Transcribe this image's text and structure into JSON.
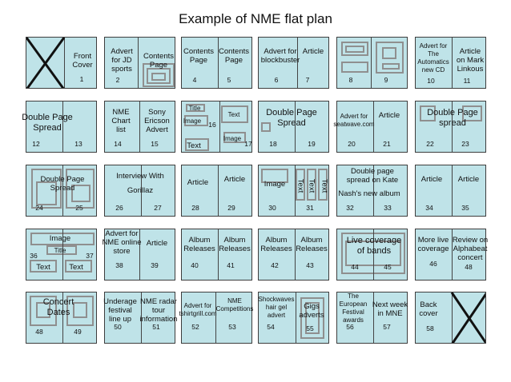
{
  "title": "Example of NME flat plan",
  "spreads": [
    {
      "labels": [
        "Front\nCover"
      ],
      "pages": [
        "1"
      ]
    },
    {
      "labels": [
        "Advert\nfor JD\nsports",
        "Contents\nPage"
      ],
      "pages": [
        "2"
      ]
    },
    {
      "labels": [
        "Contents\nPage",
        "Contents\nPage"
      ],
      "pages": [
        "4",
        "5"
      ]
    },
    {
      "labels": [
        "Advert for\nblockbuster",
        "Article"
      ],
      "pages": [
        "6",
        "7"
      ]
    },
    {
      "labels": [],
      "pages": [
        "8",
        "9"
      ]
    },
    {
      "labels": [
        "Advert for\nThe\nAutomatics\nnew CD",
        "Article\non Mark\nLinkous"
      ],
      "pages": [
        "10",
        "11"
      ]
    },
    {
      "labels": [
        "Double Page\nSpread"
      ],
      "pages": [
        "12",
        "13"
      ]
    },
    {
      "labels": [
        "NME\nChart\nlist",
        "Sony\nEricson\nAdvert"
      ],
      "pages": [
        "14",
        "15"
      ]
    },
    {
      "labels": [
        "Title",
        "Image",
        "Text",
        "Text",
        "Image"
      ],
      "pages": [
        "16",
        "17"
      ]
    },
    {
      "labels": [
        "Double Page\nSpread"
      ],
      "pages": [
        "18",
        "19"
      ]
    },
    {
      "labels": [
        "Advert for\nseatwave.com",
        "Article"
      ],
      "pages": [
        "20",
        "21"
      ]
    },
    {
      "labels": [
        "Double Page\nspread"
      ],
      "pages": [
        "22",
        "23"
      ]
    },
    {
      "labels": [
        "Double Page\nSpread"
      ],
      "pages": [
        "24",
        "25"
      ]
    },
    {
      "labels": [
        "Interview With",
        "Gorillaz"
      ],
      "pages": [
        "26",
        "27"
      ]
    },
    {
      "labels": [
        "Article",
        "Article"
      ],
      "pages": [
        "28",
        "29"
      ]
    },
    {
      "labels": [
        "Image",
        "Text",
        "Text",
        "Text"
      ],
      "pages": [
        "30",
        "31"
      ]
    },
    {
      "labels": [
        "Double page\nspread on Kate",
        "Nash's new album"
      ],
      "pages": [
        "32",
        "33"
      ]
    },
    {
      "labels": [
        "Article",
        "Article"
      ],
      "pages": [
        "34",
        "35"
      ]
    },
    {
      "labels": [
        "Image",
        "Title",
        "Text",
        "Text"
      ],
      "pages": [
        "36",
        "37"
      ]
    },
    {
      "labels": [
        "Advert for\nNME online\nstore",
        "Article"
      ],
      "pages": [
        "38",
        "39"
      ]
    },
    {
      "labels": [
        "Album\nReleases",
        "Album\nReleases"
      ],
      "pages": [
        "40",
        "41"
      ]
    },
    {
      "labels": [
        "Album\nReleases",
        "Album\nReleases"
      ],
      "pages": [
        "42",
        "43"
      ]
    },
    {
      "labels": [
        "Live coverage\nof bands"
      ],
      "pages": [
        "44",
        "45"
      ]
    },
    {
      "labels": [
        "More live\ncoverage",
        "Review on\nAlphabeat\nconcert"
      ],
      "pages": [
        "46",
        "48"
      ]
    },
    {
      "labels": [
        "Concert\nDates"
      ],
      "pages": [
        "48",
        "49"
      ]
    },
    {
      "labels": [
        "Underage\nfestival\nline up",
        "NME radar\ntour\ninformation"
      ],
      "pages": [
        "50",
        "51"
      ]
    },
    {
      "labels": [
        "Advert for\ntshirtgrill.com",
        "NME\nCompetitions"
      ],
      "pages": [
        "52",
        "53"
      ]
    },
    {
      "labels": [
        "Shockwaves\nhair gel\nadvert",
        "Gigs\nadverts"
      ],
      "pages": [
        "54",
        "55"
      ]
    },
    {
      "labels": [
        "The\nEuropean\nFestival\nawards",
        "Next week\nin MNE"
      ],
      "pages": [
        "56",
        "57"
      ]
    },
    {
      "labels": [
        "Back\ncover"
      ],
      "pages": [
        "58"
      ]
    }
  ]
}
